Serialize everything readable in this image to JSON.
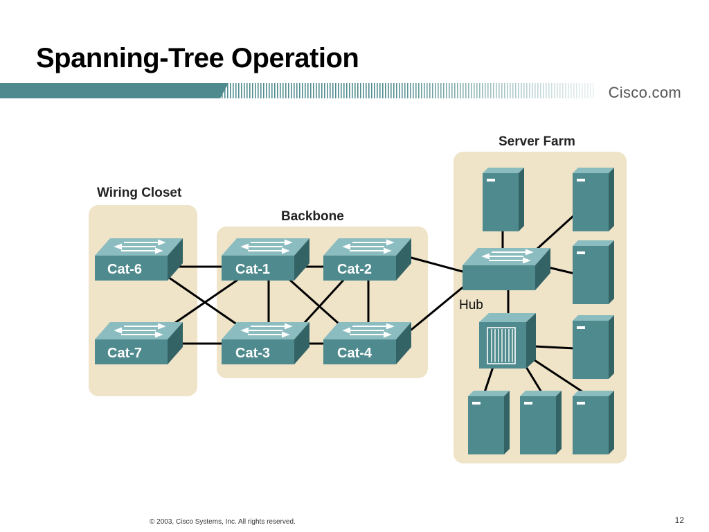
{
  "slide": {
    "title": "Spanning-Tree Operation",
    "brand": "Cisco.com",
    "footer": "© 2003, Cisco Systems, Inc. All rights reserved.",
    "page_number": "12"
  },
  "colors": {
    "region_fill": "#efe3c8",
    "device_teal": "#4f8b8e",
    "device_teal_light": "#8bbcbf",
    "device_teal_dark": "#346366",
    "brand_bar": "#4f8b8e",
    "link": "#000000"
  },
  "regions": {
    "wiring_closet": "Wiring Closet",
    "backbone": "Backbone",
    "server_farm": "Server Farm"
  },
  "switches": [
    {
      "id": "cat6",
      "label": "Cat-6"
    },
    {
      "id": "cat7",
      "label": "Cat-7"
    },
    {
      "id": "cat1",
      "label": "Cat-1"
    },
    {
      "id": "cat2",
      "label": "Cat-2"
    },
    {
      "id": "cat3",
      "label": "Cat-3"
    },
    {
      "id": "cat4",
      "label": "Cat-4"
    }
  ],
  "hub": {
    "label": "Hub"
  },
  "links": [
    [
      "cat6",
      "cat1"
    ],
    [
      "cat6",
      "cat3"
    ],
    [
      "cat7",
      "cat1"
    ],
    [
      "cat7",
      "cat3"
    ],
    [
      "cat1",
      "cat2"
    ],
    [
      "cat1",
      "cat3"
    ],
    [
      "cat1",
      "cat4"
    ],
    [
      "cat2",
      "cat3"
    ],
    [
      "cat2",
      "cat4"
    ],
    [
      "cat3",
      "cat4"
    ],
    [
      "cat2",
      "hub"
    ],
    [
      "cat4",
      "hub"
    ],
    [
      "hub",
      "server-top-left"
    ],
    [
      "hub",
      "server-top-right"
    ],
    [
      "hub",
      "server-mid-right"
    ],
    [
      "hub",
      "router"
    ],
    [
      "router",
      "server-low-right"
    ],
    [
      "router",
      "server-bottom-left"
    ],
    [
      "router",
      "server-bottom-middle"
    ],
    [
      "router",
      "server-bottom-right"
    ]
  ]
}
